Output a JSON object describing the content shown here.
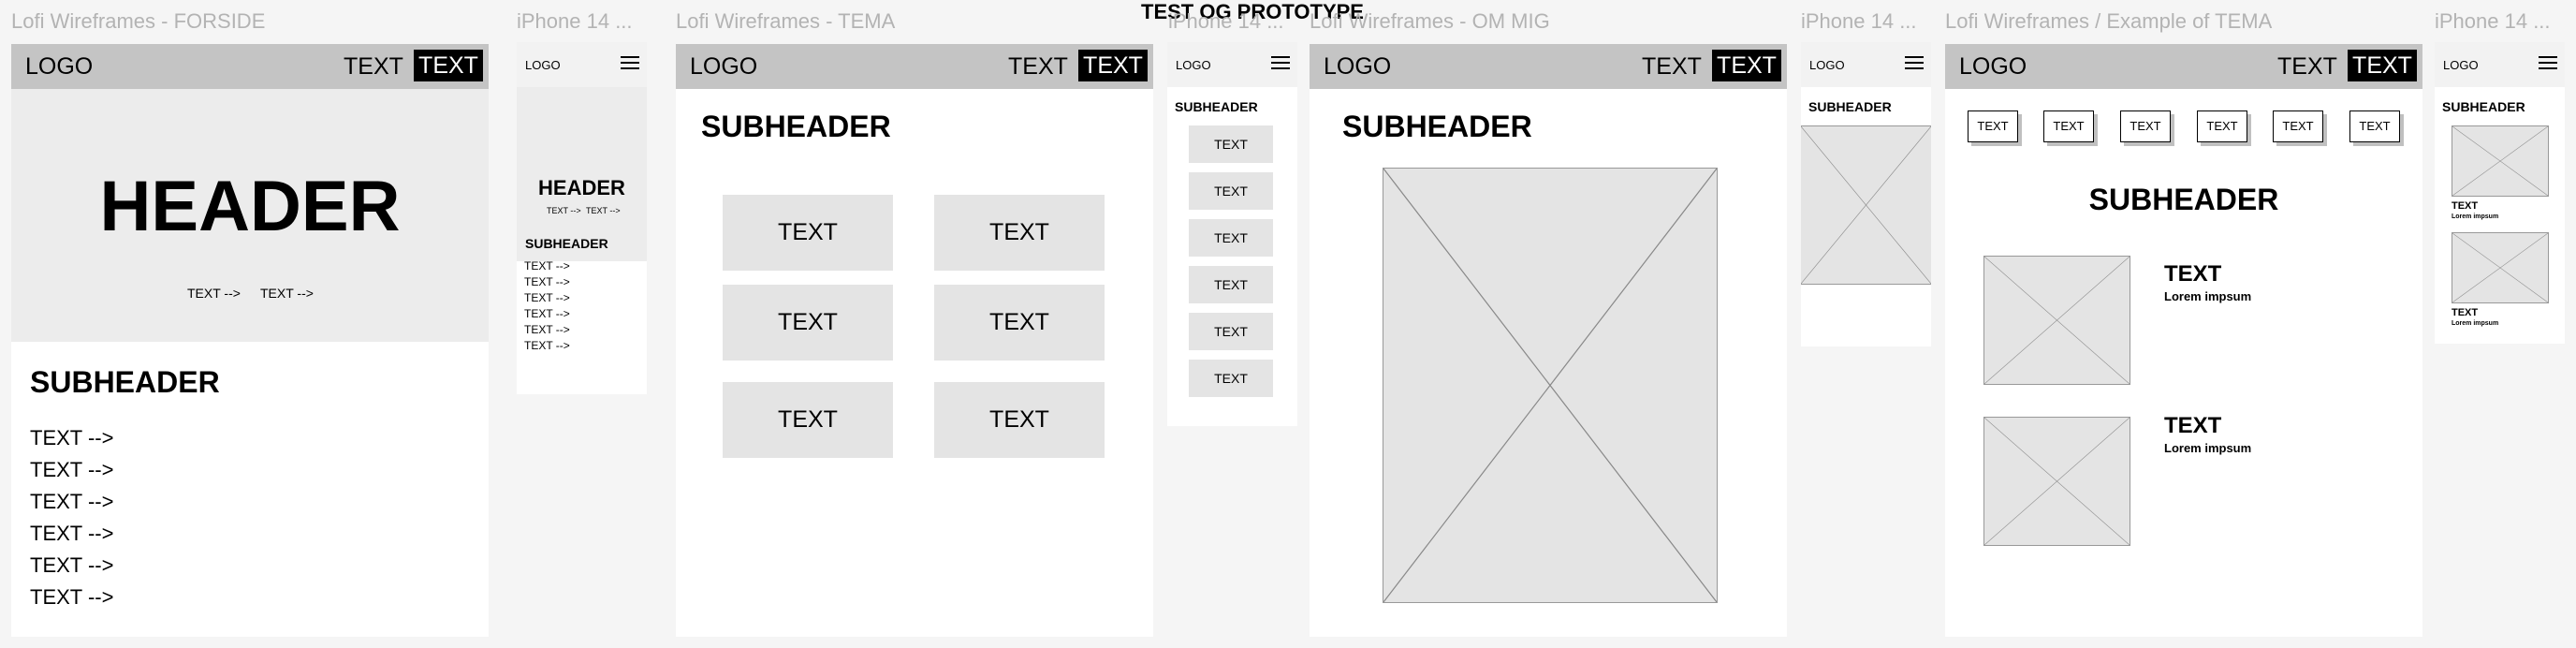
{
  "canvas_title": "TEST OG PROTOTYPE",
  "frame_labels": {
    "forside": "Lofi Wireframes - FORSIDE",
    "iphone": "iPhone 14 ...",
    "tema": "Lofi Wireframes - TEMA",
    "om_mig": "Lofi Wireframes - OM MIG",
    "example": "Lofi Wireframes / Example of TEMA"
  },
  "nav": {
    "logo": "LOGO",
    "text": "TEXT",
    "button": "TEXT"
  },
  "forside": {
    "header": "HEADER",
    "links": [
      "TEXT -->",
      "TEXT -->"
    ],
    "subheader": "SUBHEADER",
    "list": [
      "TEXT -->",
      "TEXT -->",
      "TEXT -->",
      "TEXT -->",
      "TEXT -->",
      "TEXT -->"
    ]
  },
  "mobile_forside": {
    "logo": "LOGO",
    "header": "HEADER",
    "links": [
      "TEXT -->",
      "TEXT -->"
    ],
    "subheader": "SUBHEADER",
    "list": [
      "TEXT -->",
      "TEXT -->",
      "TEXT -->",
      "TEXT -->",
      "TEXT -->",
      "TEXT -->"
    ]
  },
  "tema": {
    "subheader": "SUBHEADER",
    "grid": [
      "TEXT",
      "TEXT",
      "TEXT",
      "TEXT",
      "TEXT",
      "TEXT"
    ]
  },
  "mobile_tema": {
    "logo": "LOGO",
    "subheader": "SUBHEADER",
    "list": [
      "TEXT",
      "TEXT",
      "TEXT",
      "TEXT",
      "TEXT",
      "TEXT"
    ]
  },
  "om_mig": {
    "subheader": "SUBHEADER"
  },
  "mobile_om_mig": {
    "logo": "LOGO",
    "subheader": "SUBHEADER"
  },
  "example": {
    "chips": [
      "TEXT",
      "TEXT",
      "TEXT",
      "TEXT",
      "TEXT",
      "TEXT"
    ],
    "subheader": "SUBHEADER",
    "items": [
      {
        "title": "TEXT",
        "desc": "Lorem impsum"
      },
      {
        "title": "TEXT",
        "desc": "Lorem impsum"
      }
    ]
  },
  "mobile_example": {
    "logo": "LOGO",
    "subheader": "SUBHEADER",
    "items": [
      {
        "title": "TEXT",
        "desc": "Lorem impsum"
      },
      {
        "title": "TEXT",
        "desc": "Lorem impsum"
      }
    ]
  }
}
